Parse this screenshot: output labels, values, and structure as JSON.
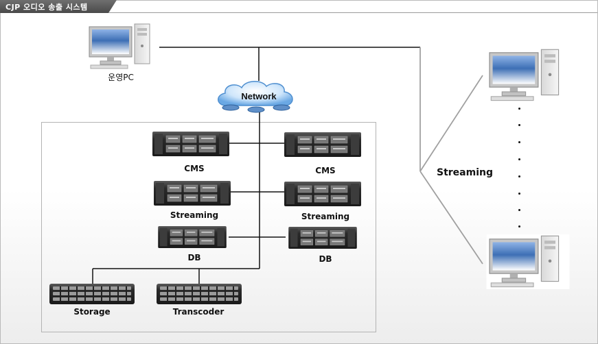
{
  "title": "CJP 오디오 송출 시스템",
  "network_label": "Network",
  "streaming_label": "Streaming",
  "nodes": {
    "ops_pc": "운영PC",
    "cms_left": "CMS",
    "cms_right": "CMS",
    "streaming_left": "Streaming",
    "streaming_right": "Streaming",
    "db_left": "DB",
    "db_right": "DB",
    "storage": "Storage",
    "transcoder": "Transcoder"
  },
  "icons": {
    "pc": "desktop-computer-icon",
    "server": "rack-server-icon",
    "storage": "storage-array-icon",
    "network": "network-cloud-icon"
  },
  "colors": {
    "title_bg": "#555555",
    "line": "#111111",
    "streaming_line": "#9a9a9a",
    "screen": "#3d6fb5",
    "server_body": "#2a2a2a"
  }
}
